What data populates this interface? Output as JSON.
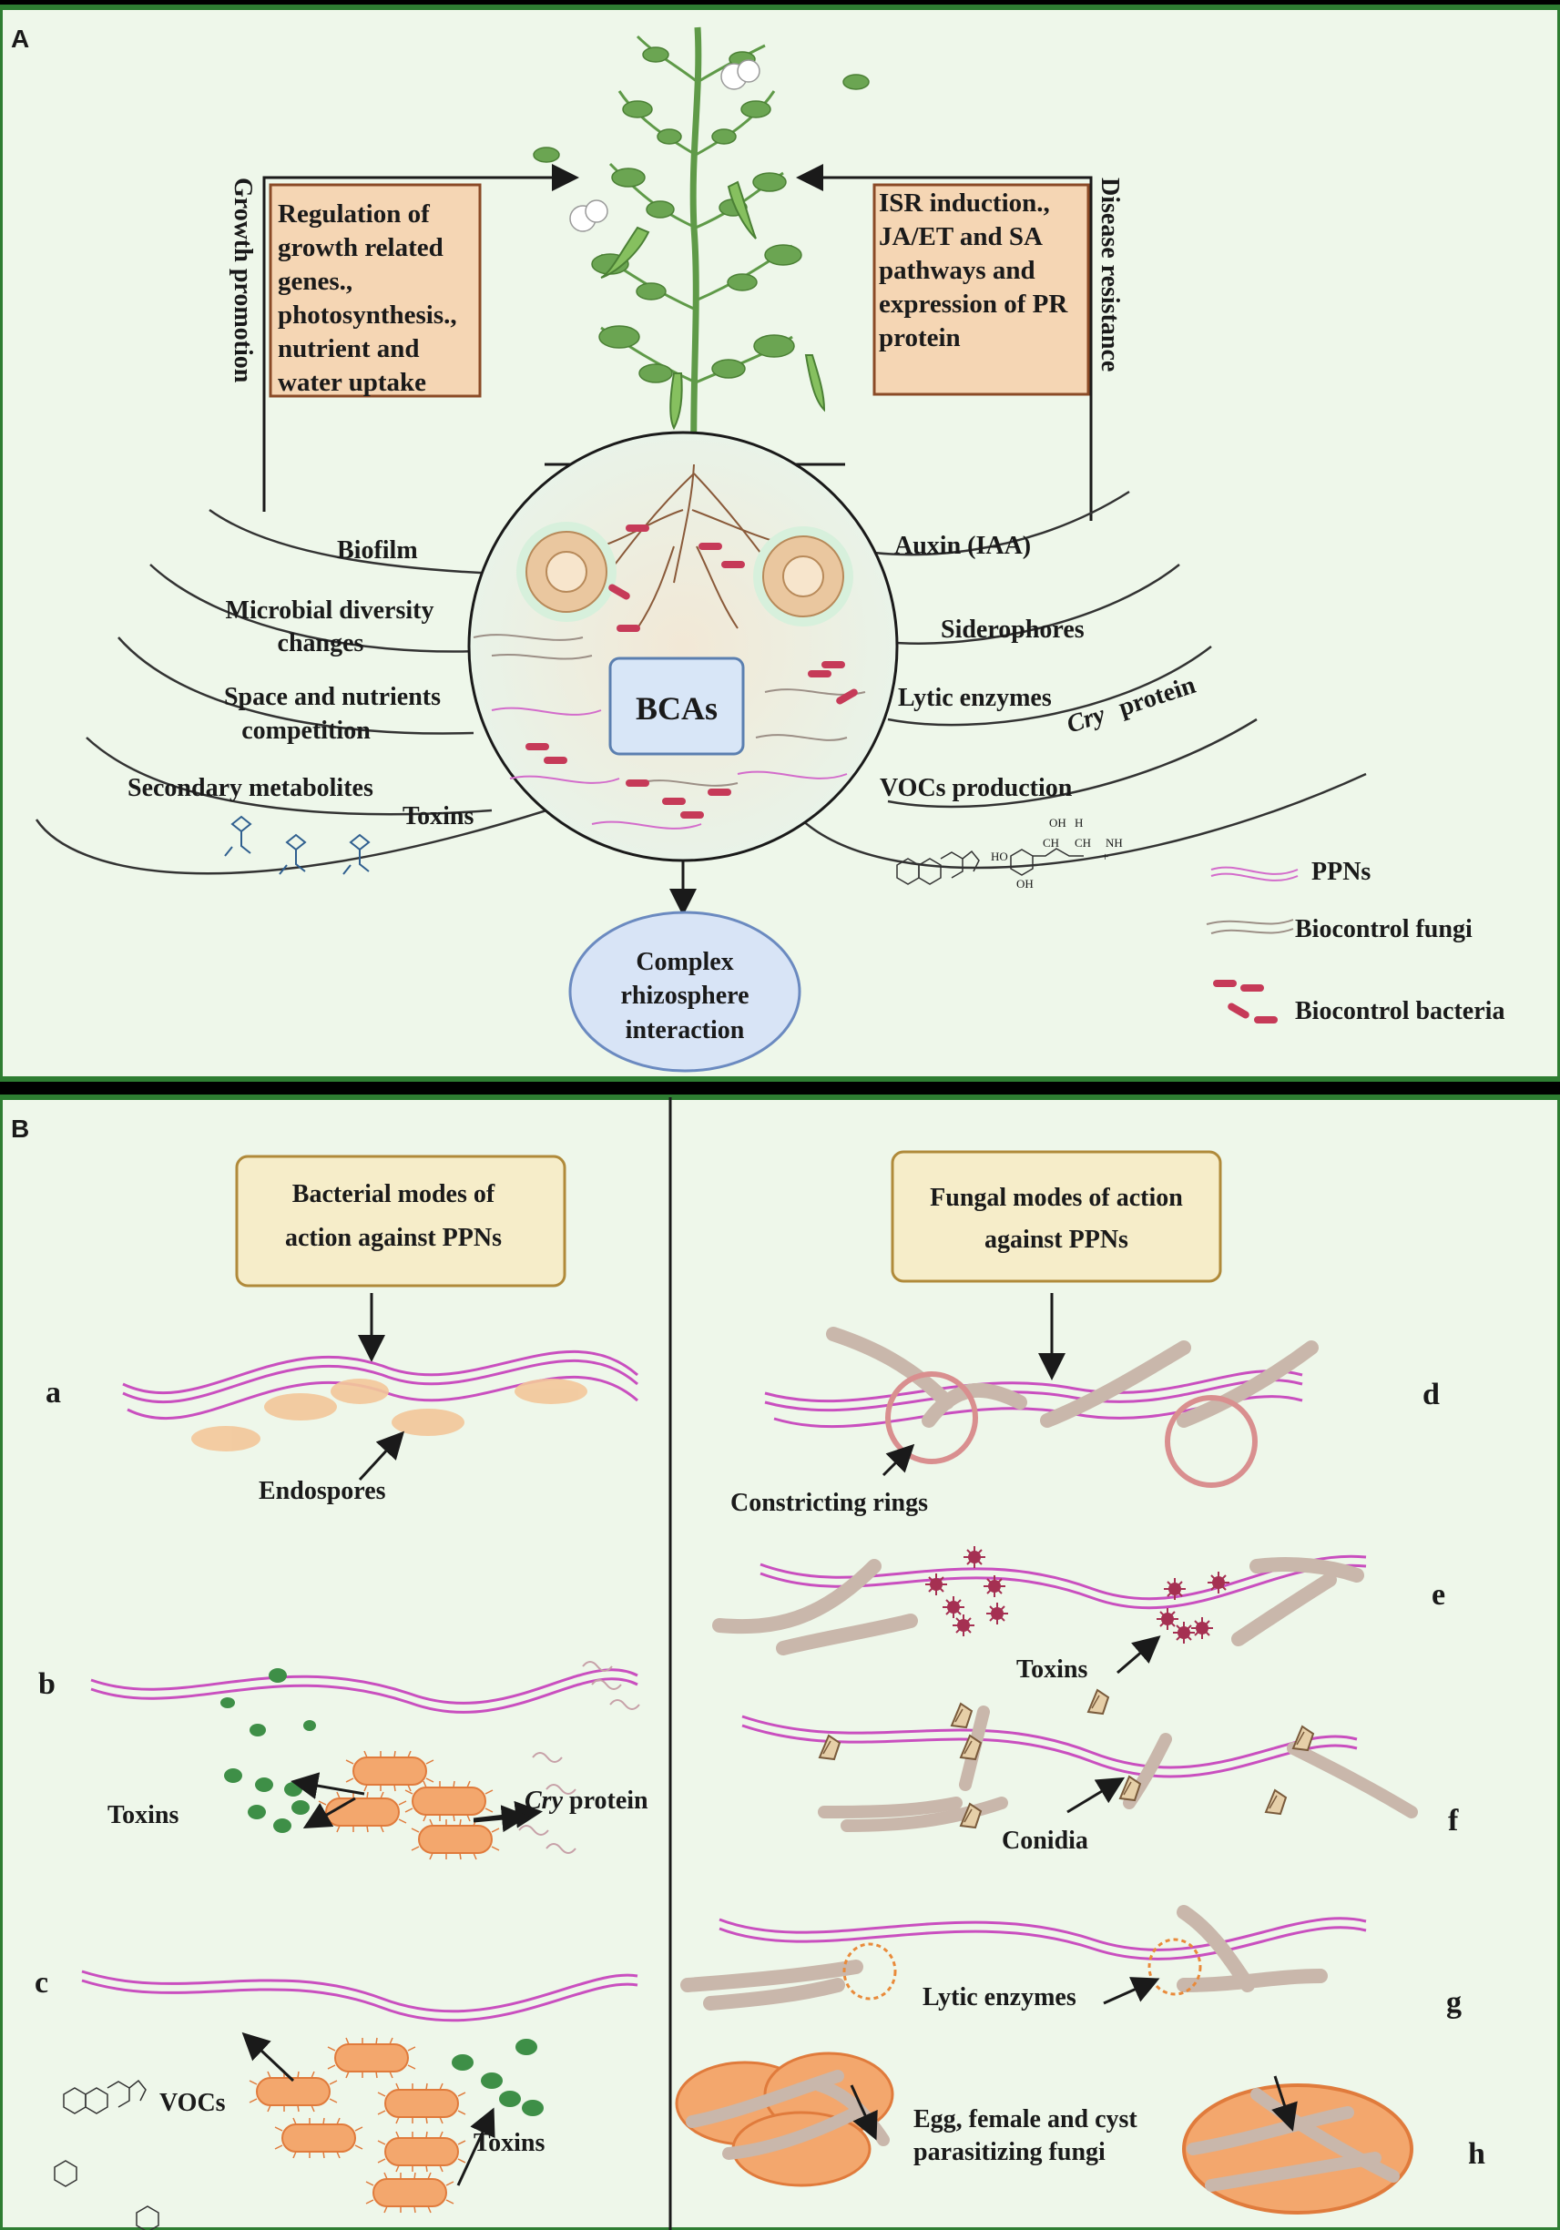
{
  "panel_a": {
    "letter": "A",
    "growth_promotion": "Growth promotion",
    "disease_resistance": "Disease resistance",
    "growth_box": [
      "Regulation  of",
      "growth related",
      "genes.,",
      "photosynthesis.,",
      "nutrient and",
      "water uptake"
    ],
    "disease_box": [
      "ISR induction.,",
      "JA/ET and SA",
      "pathways and",
      "expression of PR",
      "protein"
    ],
    "bcas": "BCAs",
    "left_labels": {
      "biofilm": "Biofilm",
      "diversity_1": "Microbial diversity",
      "diversity_2": "changes",
      "space_1": "Space and nutrients",
      "space_2": "competition",
      "secondary": "Secondary metabolites",
      "toxins": "Toxins"
    },
    "right_labels": {
      "auxin": "Auxin (IAA)",
      "siderophores": "Siderophores",
      "lytic": "Lytic enzymes",
      "cry": "Cry",
      "protein": "protein",
      "vocs": "VOCs production"
    },
    "complex": [
      "Complex",
      "rhizosphere",
      "interaction"
    ],
    "legend": {
      "ppns": "PPNs",
      "fungi": "Biocontrol fungi",
      "bacteria": "Biocontrol bacteria"
    },
    "chem": {
      "oh": "OH",
      "h": "H",
      "ch": "CH",
      "nh2": "NH",
      "plus": "+",
      "ho": "HO"
    }
  },
  "panel_b": {
    "letter": "B",
    "bacterial_box": [
      "Bacterial modes of",
      "action against PPNs"
    ],
    "fungal_box": [
      "Fungal  modes of  action",
      "against PPNs"
    ],
    "markers": {
      "a": "a",
      "b": "b",
      "c": "c",
      "d": "d",
      "e": "e",
      "f": "f",
      "g": "g",
      "h": "h"
    },
    "labels": {
      "endospores": "Endospores",
      "toxins_b": "Toxins",
      "cry": "Cry",
      "protein": "protein",
      "vocs": "VOCs",
      "toxins_c": "Toxins",
      "constricting": "Constricting rings",
      "toxins_e": "Toxins",
      "conidia": "Conidia",
      "lytic": "Lytic enzymes",
      "egg_1": "Egg, female and cyst",
      "egg_2": "parasitizing  fungi"
    }
  },
  "colors": {
    "background": "#eef7ea",
    "nematode": "#c94fbf",
    "bacteria": "#c63a58",
    "fungi": "#d8c6bc",
    "box_fill": "#f5d6b4",
    "box_border": "#8a4a26",
    "mode_box_fill": "#f6edc9",
    "mode_box_border": "#b08a3a",
    "bcas_fill": "#d8e6f7",
    "ellipse_fill": "#d8e4f6",
    "bac_orange": "#f3a76d",
    "toxin_green": "#3e8f47",
    "toxin_red": "#a53052",
    "leaf_green": "#6ba552"
  }
}
